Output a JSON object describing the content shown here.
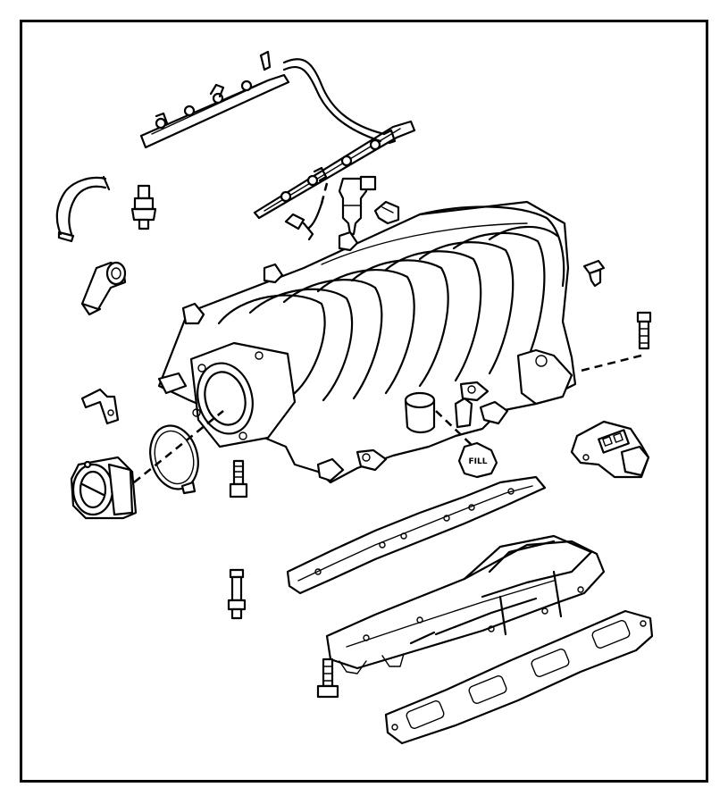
{
  "diagram": {
    "cap_label": "FILL",
    "colors": {
      "line": "#000000",
      "background": "#ffffff"
    },
    "parts": [
      "fuel-rail",
      "fuel-supply-tube",
      "vent-hose",
      "pcv-valve",
      "pcv-elbow",
      "fuel-injector",
      "injector-clip",
      "wire-connector",
      "intake-manifold",
      "push-pin-fastener",
      "stud-bolt",
      "mounting-bracket",
      "throttle-body-gasket",
      "throttle-body",
      "throttle-body-bolt",
      "oil-fill-cap",
      "map-sensor",
      "upper-gasket",
      "manifold-tray",
      "lower-gasket",
      "tube-fitting",
      "tray-bolt"
    ]
  }
}
